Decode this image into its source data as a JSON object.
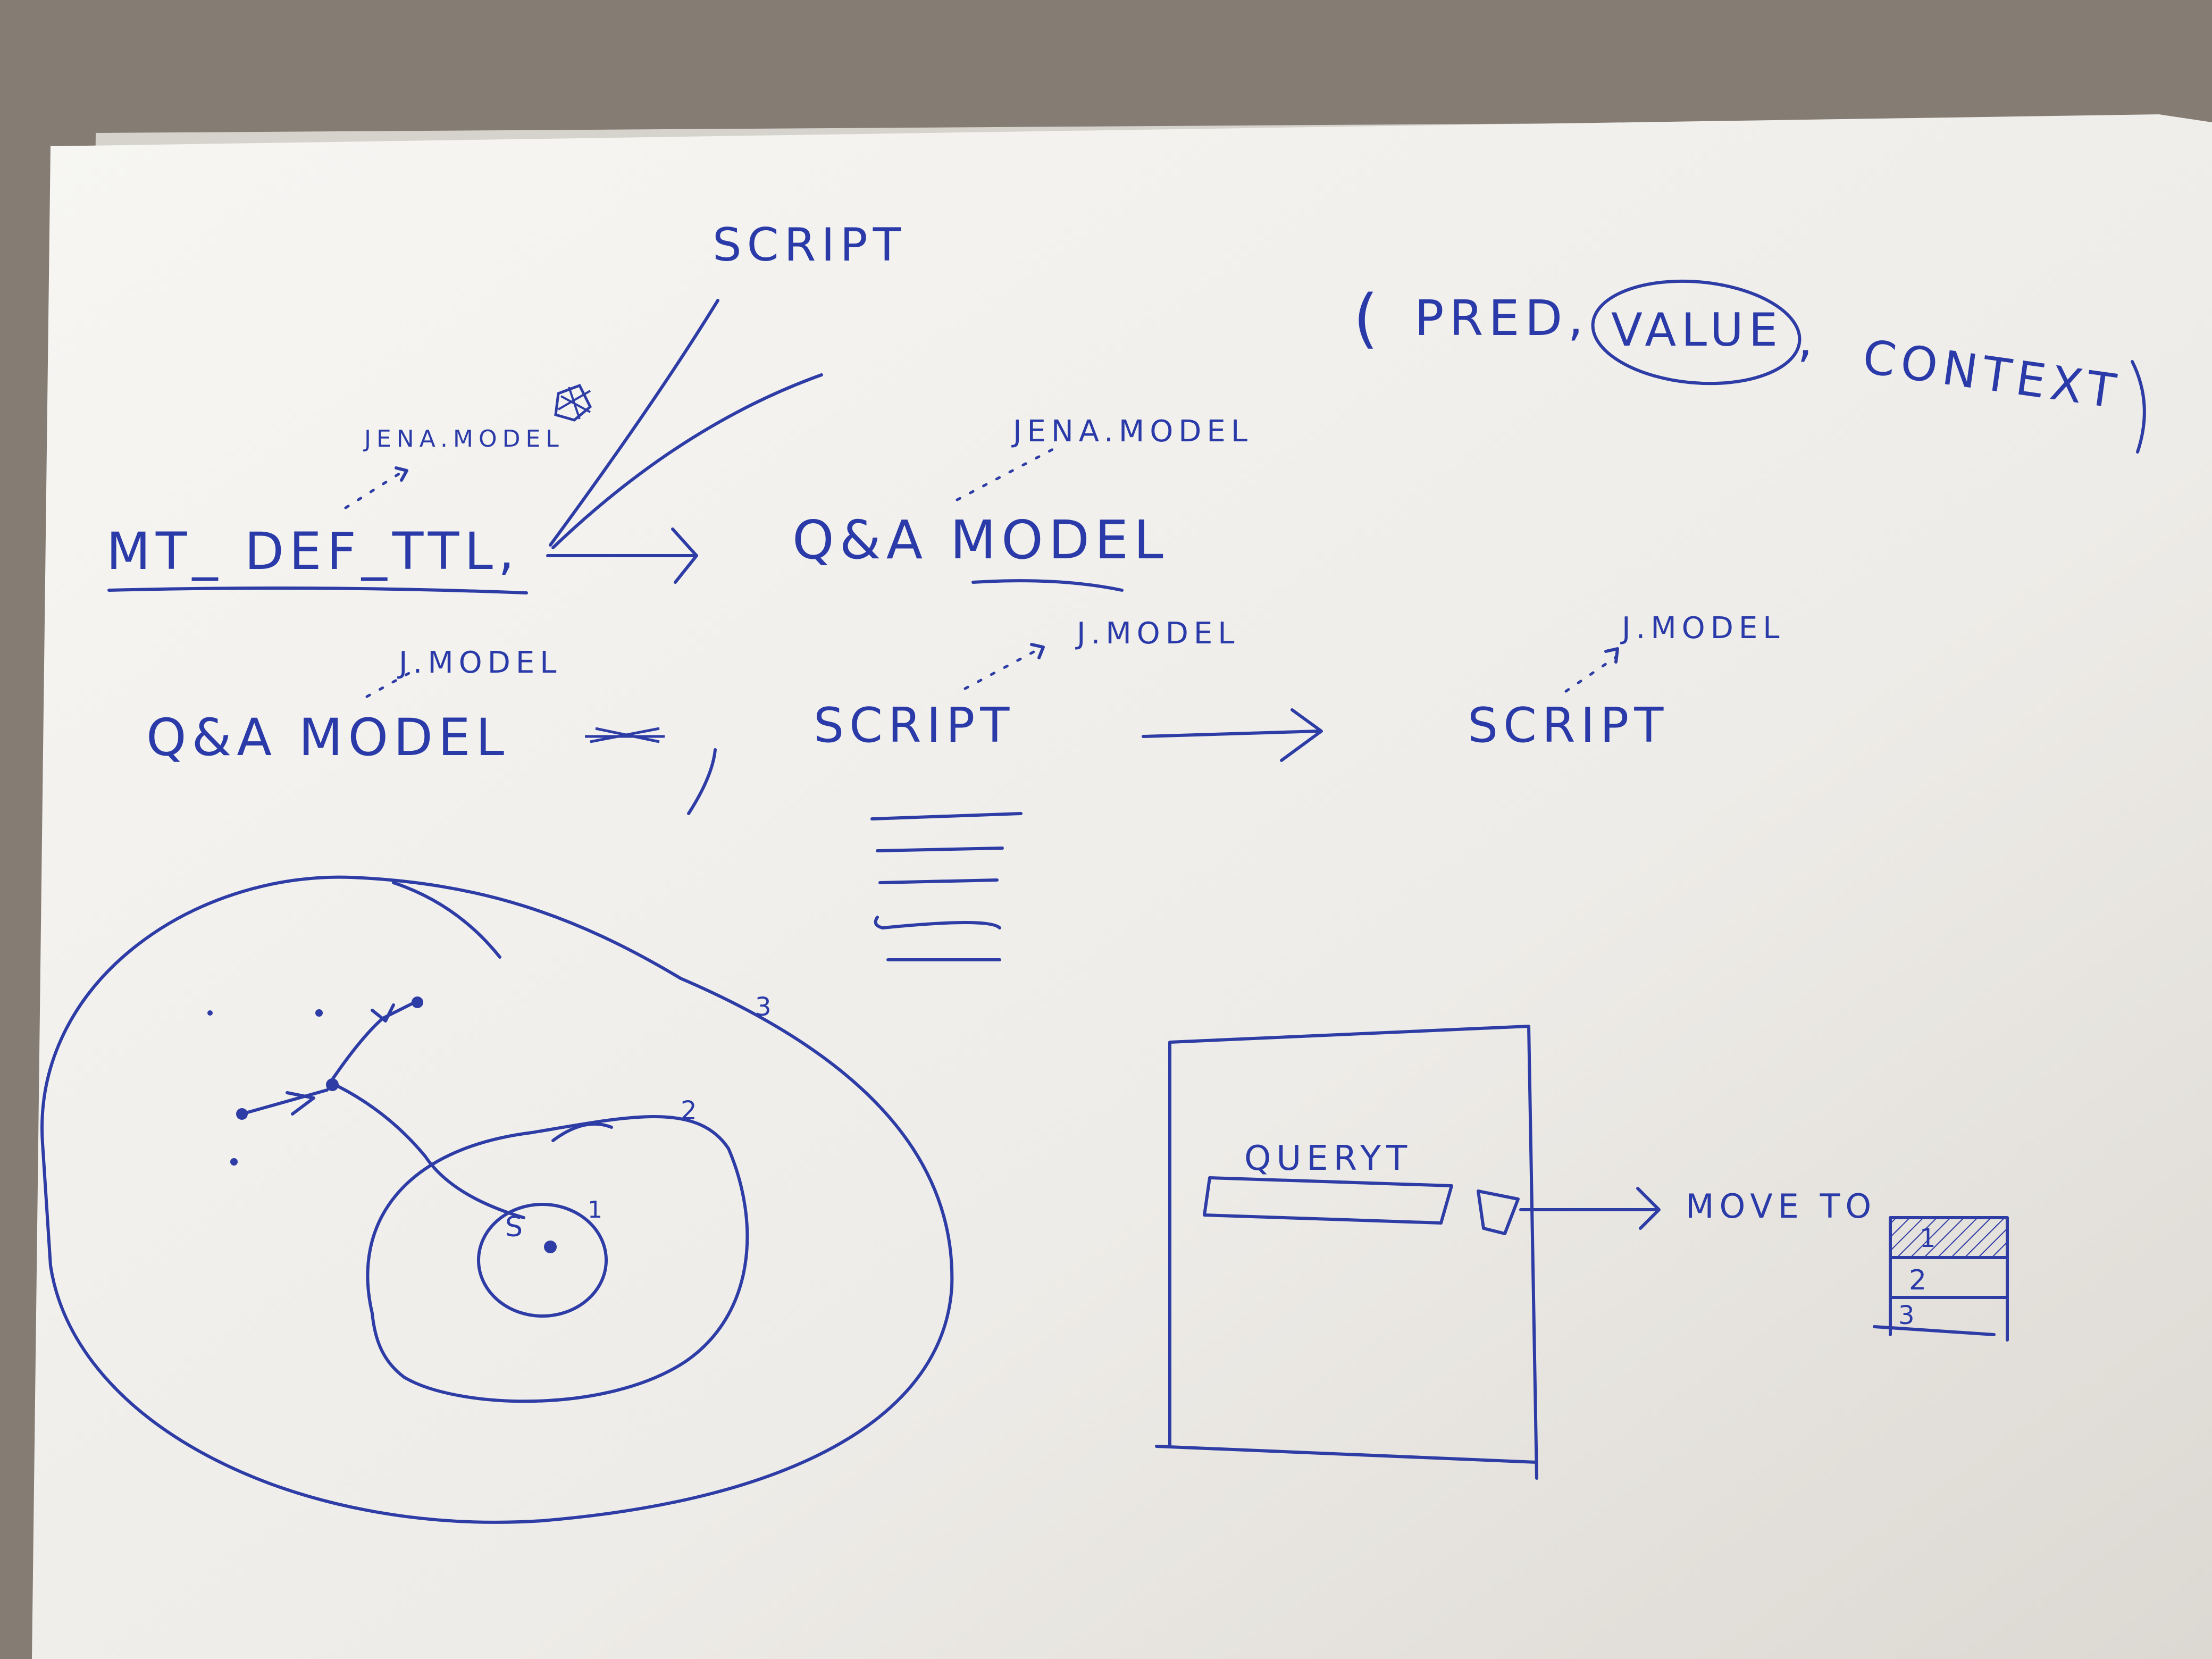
{
  "colors": {
    "ink": "#2e3ca6",
    "paper": "#f2f1ee",
    "table": "#857c74"
  },
  "labels": {
    "script_top": "SCRIPT",
    "tuple_open": "(",
    "tuple_pred": "PRED,",
    "tuple_value": "VALUE",
    "tuple_comma": ",",
    "tuple_context": "CONTEXT",
    "tuple_close": ")",
    "jena_model_left": "JENA.MODEL",
    "jena_model_right": "JENA.MODEL",
    "mt_def_ttl": "MT_ DEF_TTL,",
    "qa_model_top": "Q&A MODEL",
    "j_model_mid": "J.MODEL",
    "j_model_center": "J.MODEL",
    "j_model_right": "J.MODEL",
    "qa_model_bottom": "Q&A MODEL",
    "script_mid": "SCRIPT",
    "script_right": "SCRIPT",
    "ring_3": "3",
    "ring_2": "2",
    "ring_1": "1",
    "ring_center": "S",
    "query": "QUERYT",
    "move_to": "MOVE TO",
    "stack": [
      "1",
      "2",
      "3"
    ]
  }
}
